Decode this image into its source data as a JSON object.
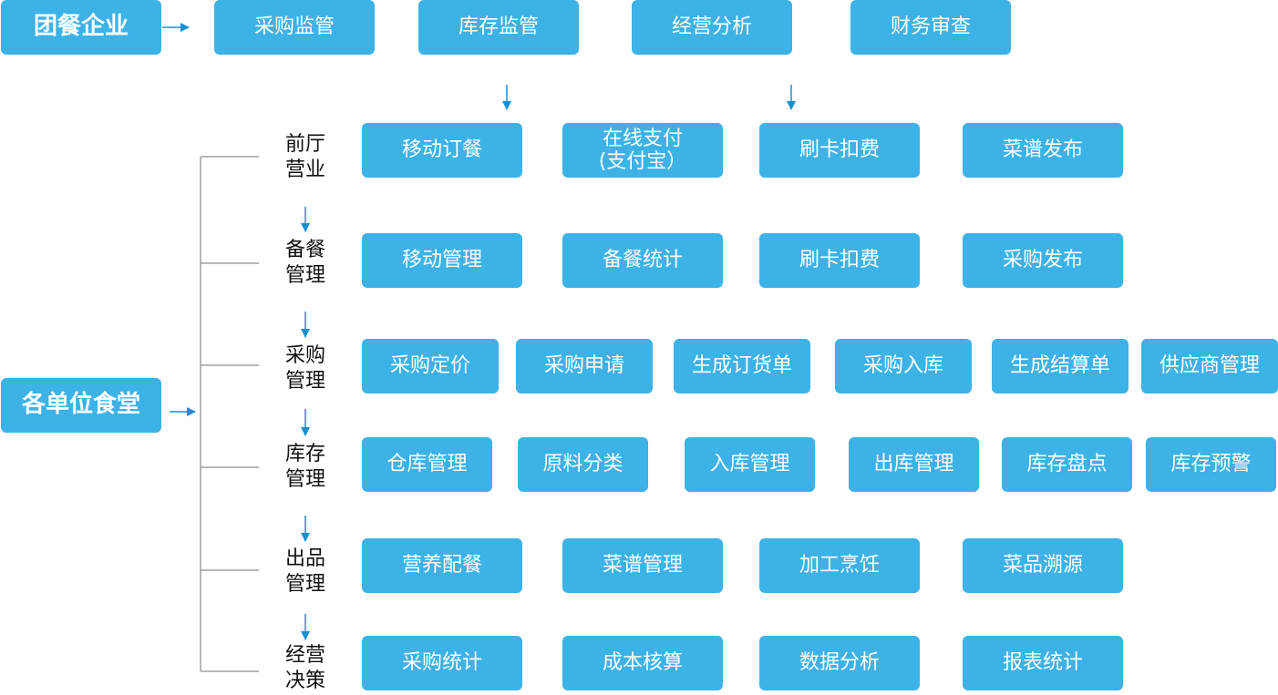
{
  "top": {
    "company": "团餐企业",
    "items": [
      "采购监管",
      "库存监管",
      "经营分析",
      "财务审查"
    ]
  },
  "canteen": "各单位食堂",
  "rows": [
    {
      "label_top": "前厅",
      "label_bottom": "营业",
      "items": [
        "移动订餐",
        "在线支付\n(支付宝）",
        "刷卡扣费",
        "菜谱发布"
      ]
    },
    {
      "label_top": "备餐",
      "label_bottom": "管理",
      "items": [
        "移动管理",
        "备餐统计",
        "刷卡扣费",
        "采购发布"
      ]
    },
    {
      "label_top": "采购",
      "label_bottom": "管理",
      "items": [
        "采购定价",
        "采购申请",
        "生成订货单",
        "采购入库",
        "生成结算单",
        "供应商管理"
      ]
    },
    {
      "label_top": "库存",
      "label_bottom": "管理",
      "items": [
        "仓库管理",
        "原料分类",
        "入库管理",
        "出库管理",
        "库存盘点",
        "库存预警"
      ]
    },
    {
      "label_top": "出品",
      "label_bottom": "管理",
      "items": [
        "营养配餐",
        "菜谱管理",
        "加工烹饪",
        "菜品溯源"
      ]
    },
    {
      "label_top": "经营",
      "label_bottom": "决策",
      "items": [
        "采购统计",
        "成本核算",
        "数据分析",
        "报表统计"
      ]
    }
  ],
  "colors": {
    "box": "#3db2e6",
    "arrow": "#1a8fd0",
    "bracket": "#a0a0a0",
    "label": "#111111"
  }
}
